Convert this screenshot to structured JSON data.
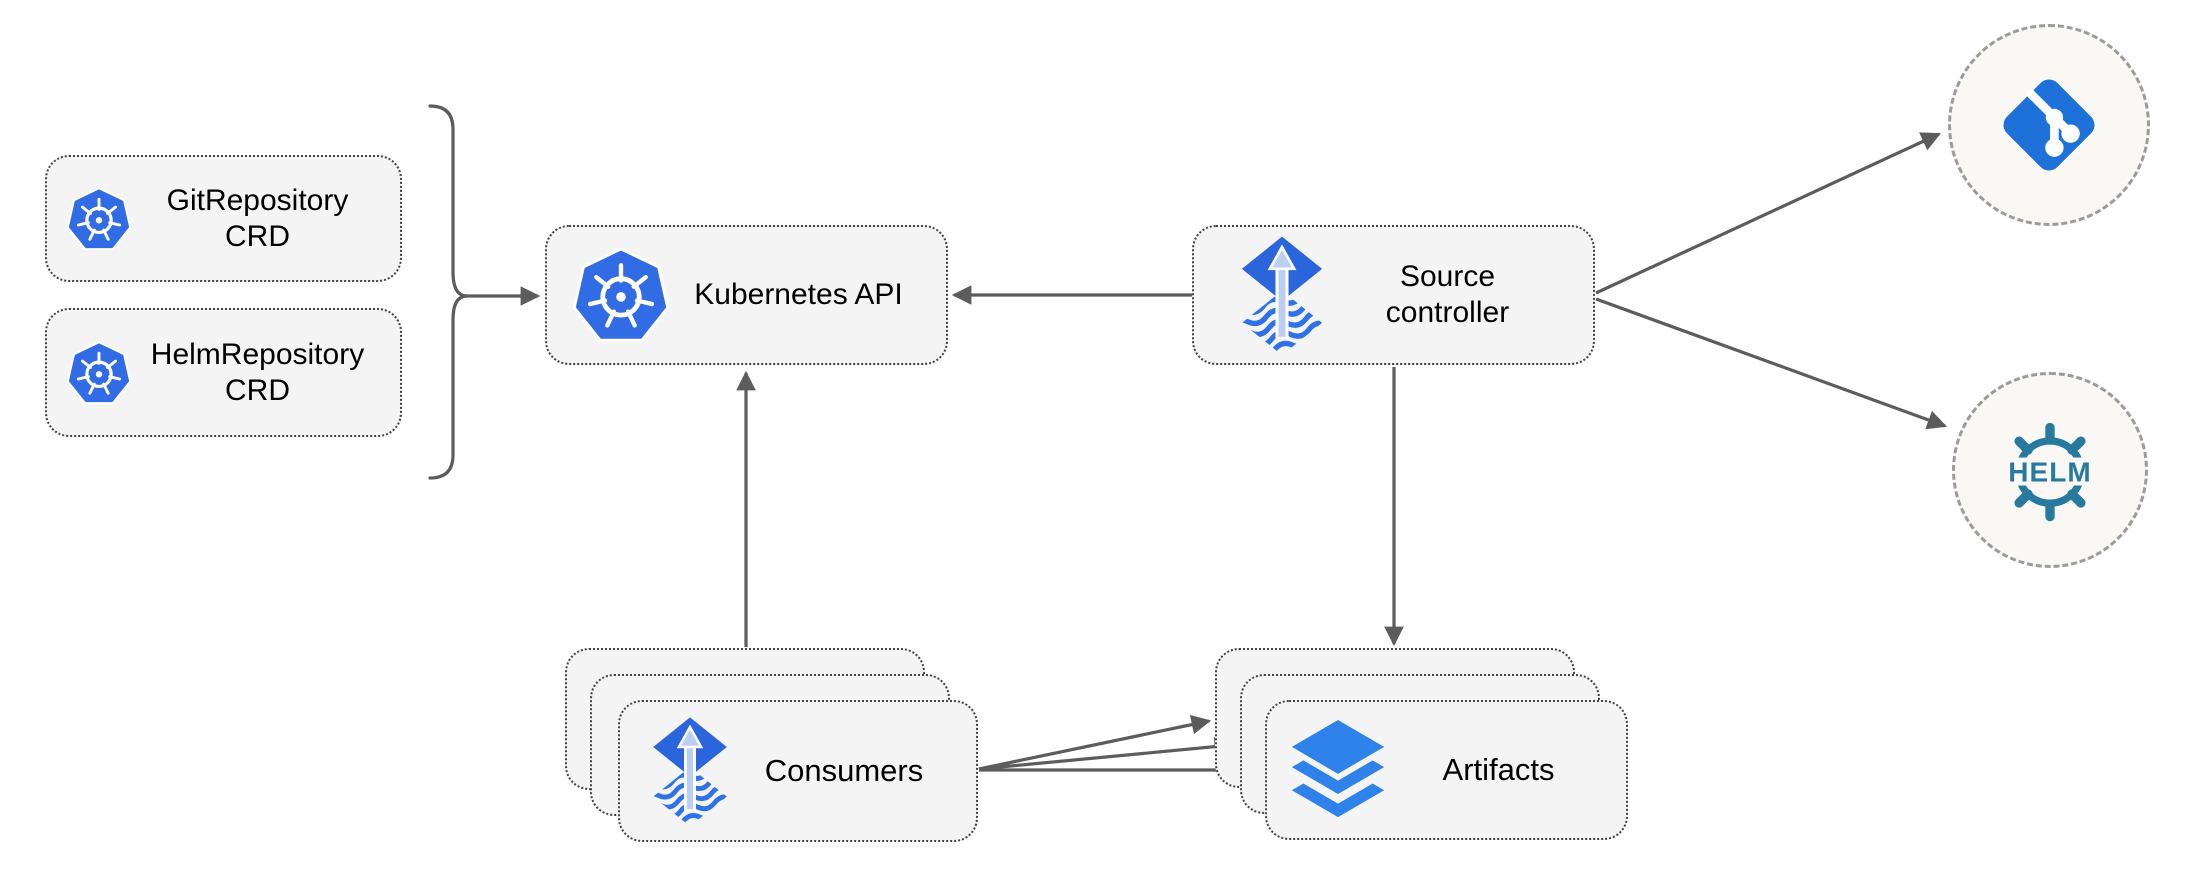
{
  "theme": {
    "background": "#ffffff",
    "box_fill": "#f4f4f4",
    "box_border": "#424242",
    "circle_fill": "#faf8f4",
    "circle_border": "#9b9b9b",
    "connector": "#5c5c5c",
    "text": "#000000",
    "kubernetes_blue": "#326ce5",
    "flux_diamond": "#2a65dc",
    "flux_arrow": "#bccff2",
    "flux_wave": "#2e72e6",
    "artifacts_blue": "#2f82ea",
    "git_blue": "#1f71da",
    "helm_teal": "#27799e"
  },
  "nodes": {
    "git_repository_crd": {
      "line1": "GitRepository",
      "line2": "CRD"
    },
    "helm_repository_crd": {
      "line1": "HelmRepository",
      "line2": "CRD"
    },
    "kubernetes_api": {
      "label": "Kubernetes API"
    },
    "source_controller": {
      "line1": "Source",
      "line2": "controller"
    },
    "consumers": {
      "label": "Consumers"
    },
    "artifacts": {
      "label": "Artifacts"
    },
    "helm_logo": {
      "text": "HELM"
    }
  },
  "edges": [
    {
      "from": "git-repository-crd & helm-repository-crd",
      "to": "kubernetes-api",
      "connector": "curly-brace + arrow"
    },
    {
      "from": "source-controller",
      "to": "kubernetes-api"
    },
    {
      "from": "consumers",
      "to": "kubernetes-api"
    },
    {
      "from": "source-controller",
      "to": "git-remote-circle"
    },
    {
      "from": "source-controller",
      "to": "helm-remote-circle"
    },
    {
      "from": "source-controller",
      "to": "artifacts"
    },
    {
      "from": "consumers",
      "to": "artifacts",
      "arrow_count": 3
    }
  ]
}
